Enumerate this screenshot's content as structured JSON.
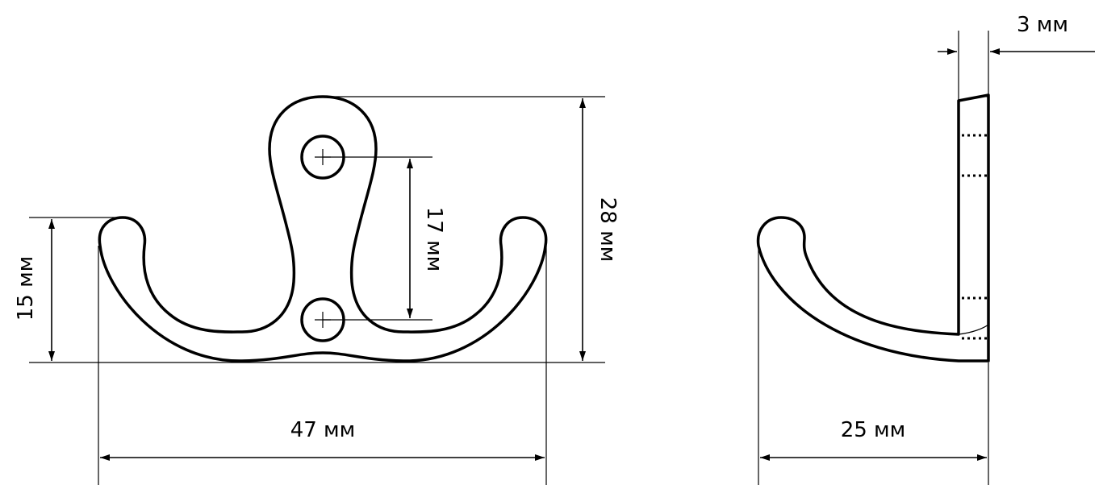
{
  "dimensions": {
    "height_hook": "15 мм",
    "hole_spacing": "17 мм",
    "total_height": "28 мм",
    "total_width": "47 мм",
    "depth": "25 мм",
    "plate_thickness": "3 мм"
  }
}
